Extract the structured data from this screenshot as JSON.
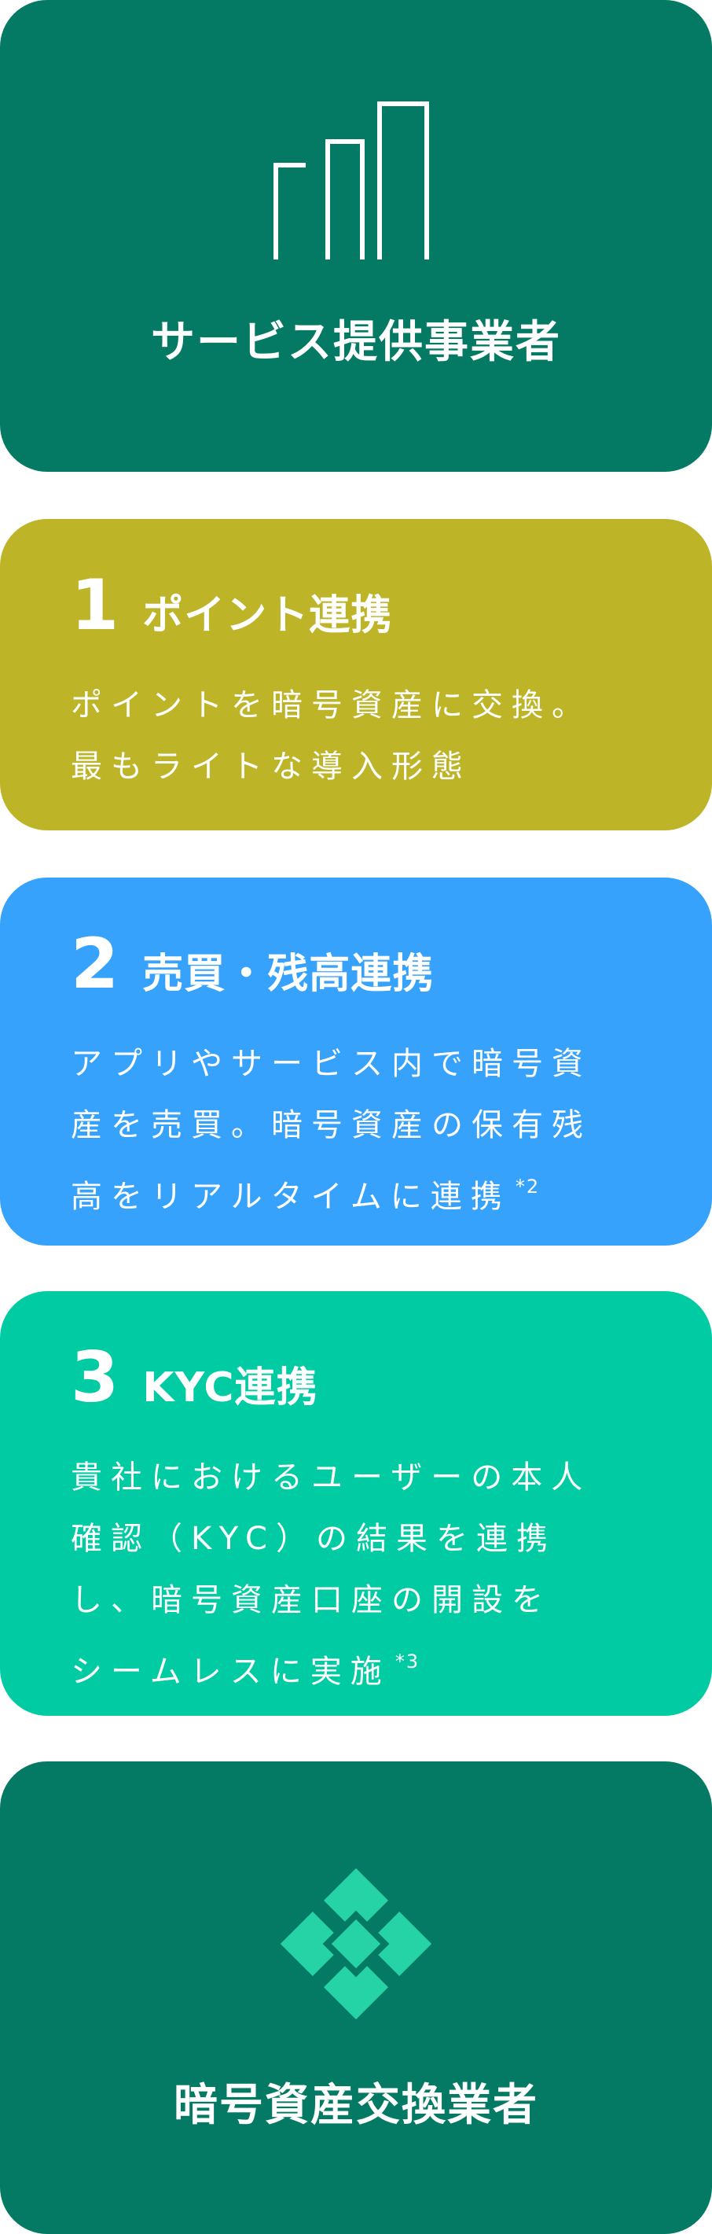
{
  "colors": {
    "provider_bg": "#047a64",
    "card1_bg": "#bdb428",
    "card2_bg": "#36a2fb",
    "card3_bg": "#00cba3",
    "exchange_bg": "#047a64",
    "exchange_icon": "#26d3a6",
    "text": "#ffffff"
  },
  "provider": {
    "icon": "buildings-icon",
    "title": "サービス提供事業者"
  },
  "features": [
    {
      "number": "1",
      "title": "ポイント連携",
      "description": "ポイントを暗号資産に交換。\n最もライトな導入形態",
      "note": ""
    },
    {
      "number": "2",
      "title": "売買・残高連携",
      "description": "アプリやサービス内で暗号資\n産を売買。暗号資産の保有残\n高をリアルタイムに連携",
      "note": "*2"
    },
    {
      "number": "3",
      "title": "KYC連携",
      "description": "貴社におけるユーザーの本人\n確認（KYC）の結果を連携\nし、暗号資産口座の開設を\nシームレスに実施",
      "note": "*3"
    }
  ],
  "exchange": {
    "icon": "diamond-logo-icon",
    "title": "暗号資産交換業者"
  }
}
